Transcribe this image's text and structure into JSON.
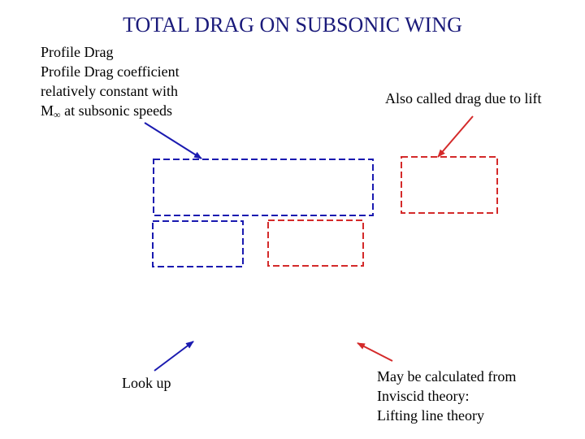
{
  "title": "TOTAL DRAG ON SUBSONIC WING",
  "colors": {
    "title": "#1a1a7a",
    "blue_boxes": "#1a1ab0",
    "red_boxes": "#d42a2a",
    "text": "#000000"
  },
  "notes": {
    "profile": {
      "line1": "Profile Drag",
      "line2": "Profile Drag coefficient",
      "line3": "relatively constant with",
      "line4_symbol": "M",
      "line4_subscript": "∞",
      "line4_rest": " at subsonic speeds"
    },
    "lift": "Also called drag due to lift",
    "lookup": "Look up",
    "inviscid": {
      "line1": "May be calculated from",
      "line2": "Inviscid theory:",
      "line3": "Lifting line theory"
    }
  }
}
